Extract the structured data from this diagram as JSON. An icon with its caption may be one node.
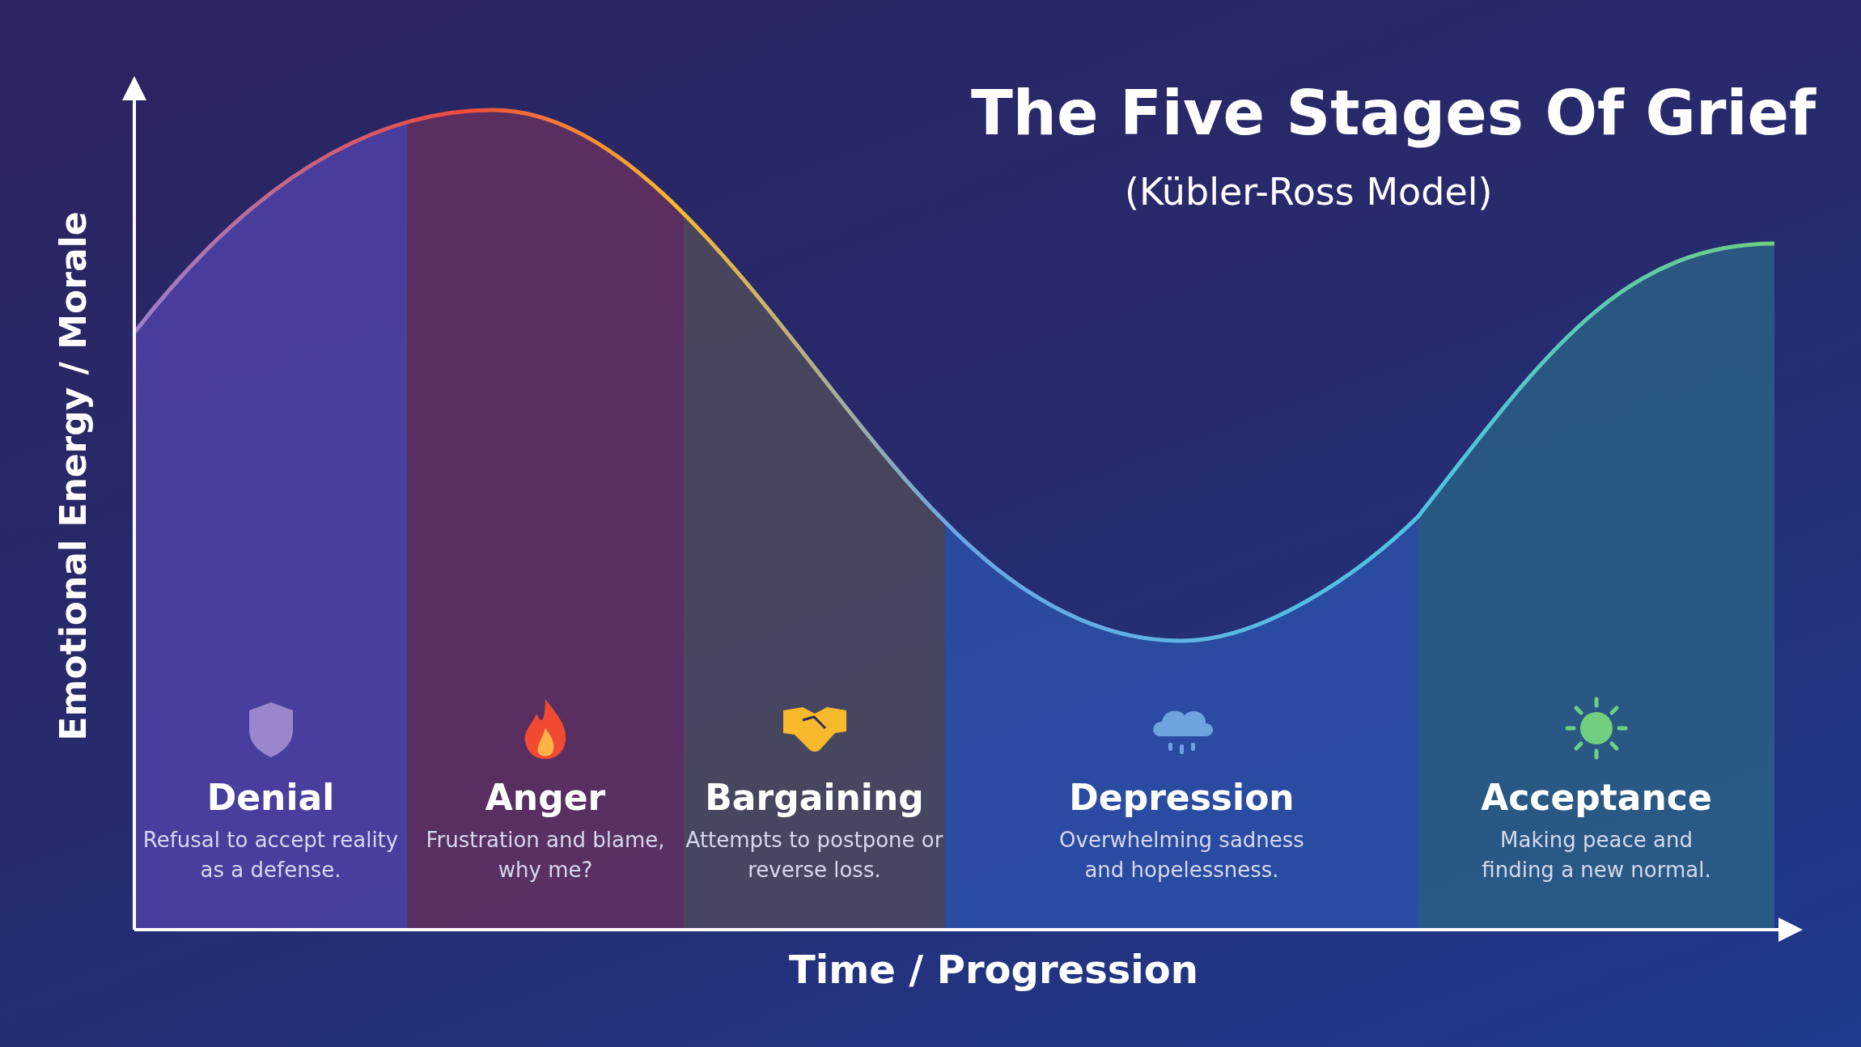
{
  "diagram": {
    "title": "The Five Stages Of Grief",
    "nodes": [
      {
        "text": [
          "Denial",
          "Refusal to accept reality as a defense."
        ]
      },
      {
        "text": [
          "Anger",
          "Frustration and blame, why me?"
        ]
      },
      {
        "text": [
          "Bargaining",
          "Attempts to postpone or reverse loss."
        ]
      },
      {
        "text": [
          "Depression",
          "Overwhelming sadness and hopelessness."
        ]
      },
      {
        "text": [
          "Acceptance",
          "Making peace and finding a new normal."
        ]
      }
    ],
    "edges": [],
    "labels": [
      "(Kübler-Ross Model)",
      "Emotional Energy / Morale",
      "Time / Progression"
    ]
  }
}
